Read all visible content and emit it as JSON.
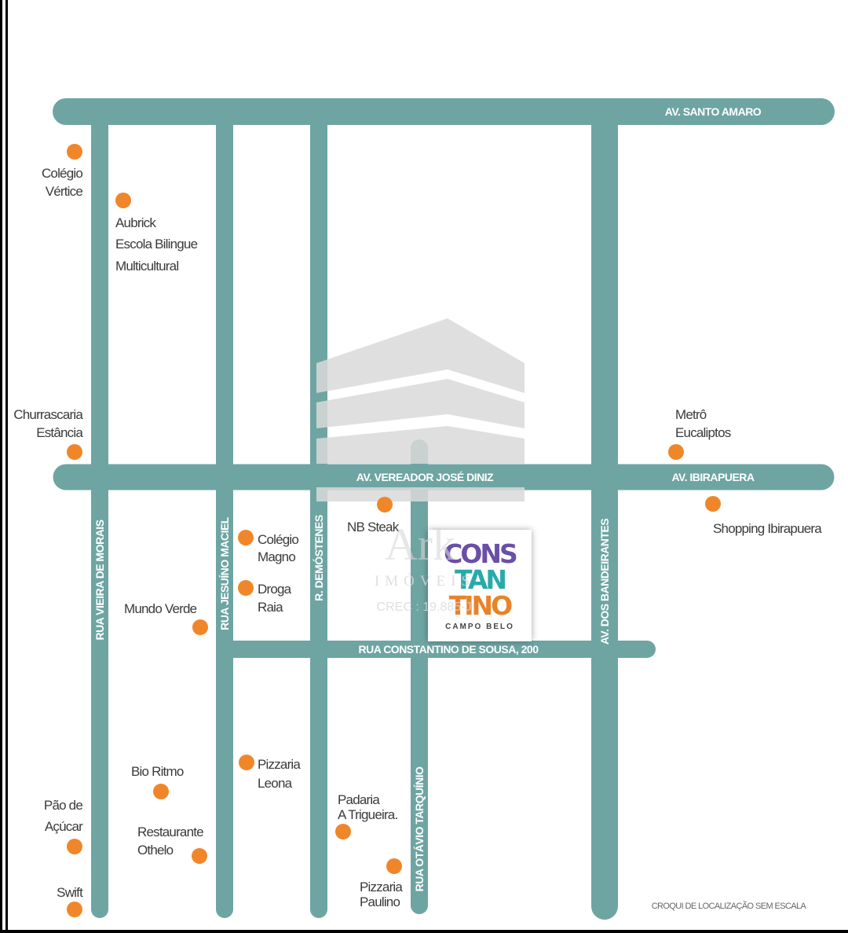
{
  "colors": {
    "road": "#6ea5a3",
    "poi": "#f0862a",
    "logo_purple": "#6a4fa6",
    "logo_teal": "#2aa9ab",
    "logo_orange": "#e8832a"
  },
  "roads": {
    "av_santo_amaro": "AV. SANTO AMARO",
    "av_vereador": "AV. VEREADOR JOSÉ DINIZ",
    "av_ibirapuera": "AV. IBIRAPUERA",
    "rua_constantino": "RUA CONSTANTINO DE SOUSA, 200",
    "rua_vieira": "RUA VIEIRA DE MORAIS",
    "rua_jesuino": "RUA JESUÍNO MACIEL",
    "r_demostenes": "R. DEMÓSTENES",
    "rua_otavio": "RUA OTÁVIO TARQUÍNIO",
    "av_bandeirantes": "AV. DOS BANDEIRANTES"
  },
  "pois": [
    {
      "lines": [
        "Colégio",
        "Vértice"
      ]
    },
    {
      "lines": [
        "Aubrick",
        "Escola Bilingue",
        "Multicultural"
      ]
    },
    {
      "lines": [
        "Churrascaria",
        "Estância"
      ]
    },
    {
      "lines": [
        "Metrô",
        "Eucaliptos"
      ]
    },
    {
      "lines": [
        "Shopping Ibirapuera"
      ]
    },
    {
      "lines": [
        "NB Steak"
      ]
    },
    {
      "lines": [
        "Colégio",
        "Magno"
      ]
    },
    {
      "lines": [
        "Droga",
        "Raia"
      ]
    },
    {
      "lines": [
        "Mundo Verde"
      ]
    },
    {
      "lines": [
        "Pizzaria",
        "Leona"
      ]
    },
    {
      "lines": [
        "Bio Ritmo"
      ]
    },
    {
      "lines": [
        "Pão de",
        "Açúcar"
      ]
    },
    {
      "lines": [
        "Restaurante",
        "Othelo"
      ]
    },
    {
      "lines": [
        "Padaria",
        "A Trigueira."
      ]
    },
    {
      "lines": [
        "Pizzaria",
        "Paulino"
      ]
    },
    {
      "lines": [
        "Swift"
      ]
    }
  ],
  "logo": {
    "line1": "CONS",
    "line2": "TAN",
    "line3": "TINO",
    "subtitle": "CAMPO BELO"
  },
  "watermark": {
    "brand": "Ark",
    "sub": "IMÓVEIS",
    "crec": "CREC : 19.885-J"
  },
  "note": "CROQUI DE LOCALIZAÇÃO SEM ESCALA"
}
